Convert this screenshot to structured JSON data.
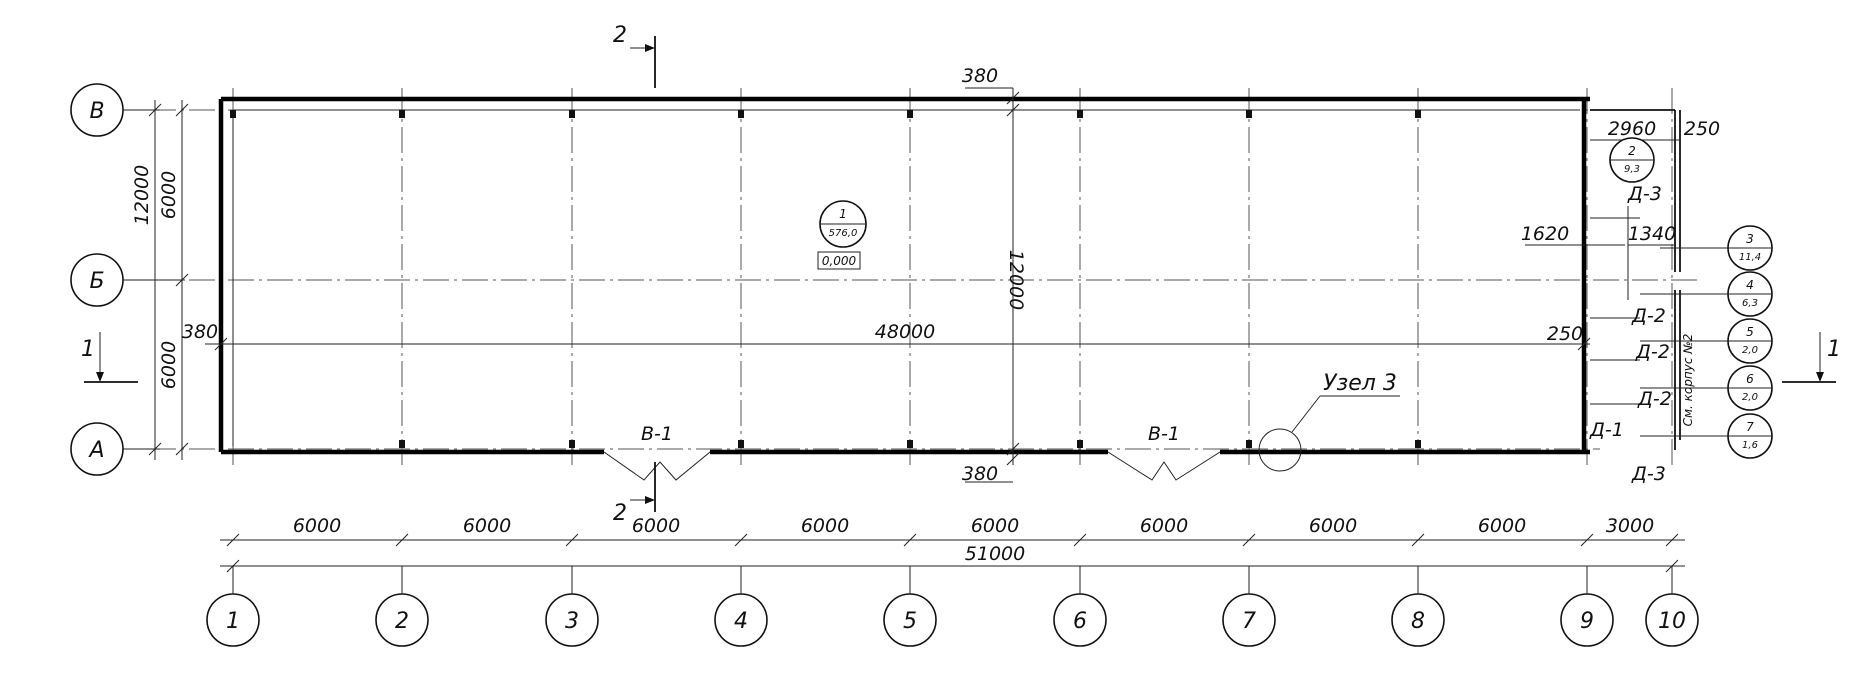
{
  "plan": {
    "axes_numbers": [
      "1",
      "2",
      "3",
      "4",
      "5",
      "6",
      "7",
      "8",
      "9",
      "10"
    ],
    "axes_letters": [
      "В",
      "Б",
      "А"
    ],
    "dims": {
      "bay": "6000",
      "last_bay": "3000",
      "total_length": "51000",
      "hall_length": "48000",
      "total_width": "12000",
      "half_width": "6000",
      "wall_380": "380",
      "d_250": "250",
      "d_2960": "2960",
      "d_1620": "1620",
      "d_1340": "1340"
    },
    "room_main": {
      "number": "1",
      "area": "576,0",
      "level": "0,000"
    },
    "rooms_right": [
      {
        "number": "3",
        "area": "11,4"
      },
      {
        "number": "4",
        "area": "6,3"
      },
      {
        "number": "5",
        "area": "2,0"
      },
      {
        "number": "6",
        "area": "2,0"
      },
      {
        "number": "7",
        "area": "1,6"
      }
    ],
    "room_2": {
      "number": "2",
      "area": "9,3"
    },
    "doors": {
      "d1": "Д-1",
      "d2": "Д-2",
      "d3": "Д-3"
    },
    "gates": "В-1",
    "section_mark_2": "2",
    "section_mark_1": "1",
    "node_label": "Узел 3",
    "side_label": "См. корпус №2"
  }
}
